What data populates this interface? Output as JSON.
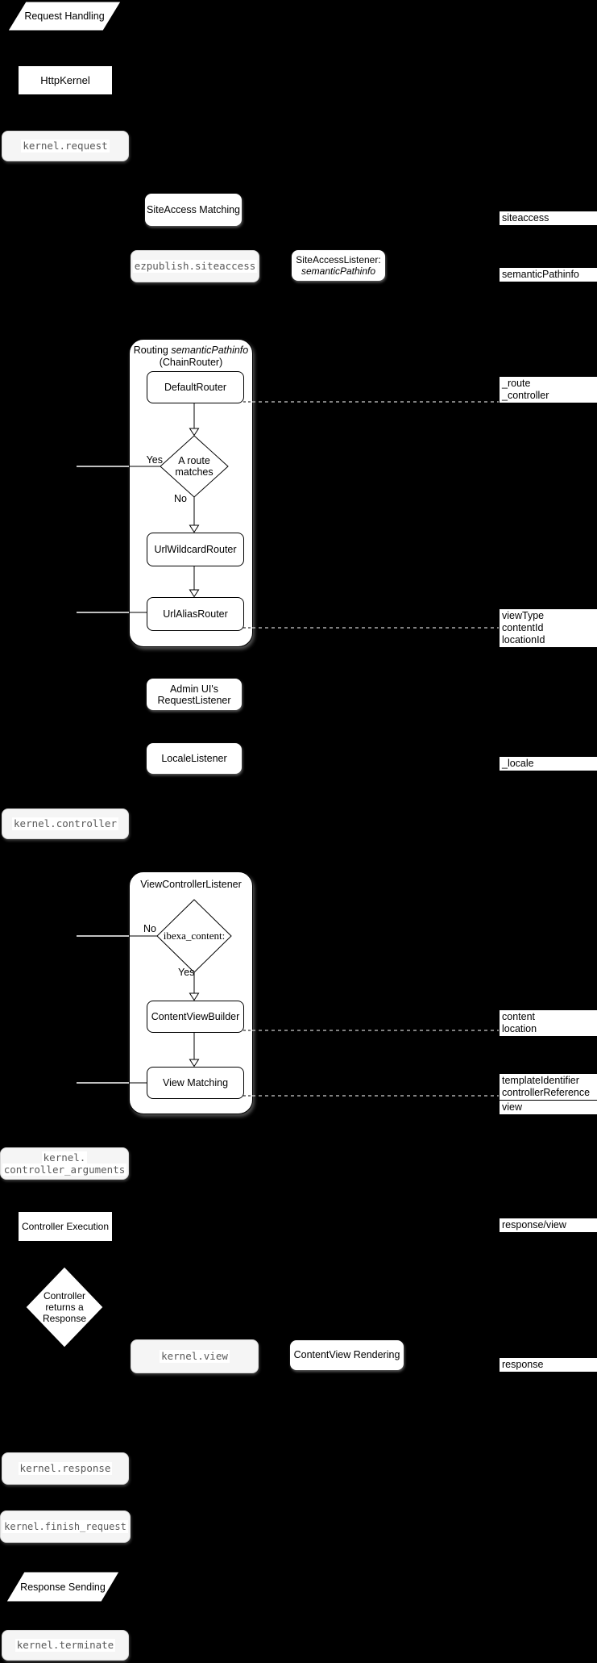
{
  "flow": {
    "request_handling": "Request Handling",
    "http_kernel": "HttpKernel",
    "kernel_request": "kernel.request",
    "siteaccess_matching": "SiteAccess Matching",
    "ezpublish_siteaccess": "ezpublish.siteaccess",
    "siteaccess_listener": {
      "line1": "SiteAccessListener:",
      "line2": "semanticPathinfo"
    },
    "routing": {
      "title": "Routing",
      "title_em": "semanticPathinfo",
      "subtitle": "(ChainRouter)",
      "default_router": "DefaultRouter",
      "decision": {
        "line1": "A route",
        "line2": "matches",
        "yes": "Yes",
        "no": "No"
      },
      "url_wildcard_router": "UrlWildcardRouter",
      "url_alias_router": "UrlAliasRouter"
    },
    "admin_ui": {
      "line1": "Admin UI's",
      "line2": "RequestListener"
    },
    "locale_listener": "LocaleListener",
    "kernel_controller": "kernel.controller",
    "view_controller": {
      "title": "ViewControllerListener",
      "decision": {
        "label": "ibexa_content:",
        "yes": "Yes",
        "no": "No"
      },
      "content_view_builder": "ContentViewBuilder",
      "view_matching": "View Matching"
    },
    "kernel_controller_arguments": {
      "line1": "kernel.",
      "line2": "controller_arguments"
    },
    "controller_execution": "Controller Execution",
    "controller_returns": {
      "line1": "Controller",
      "line2": "returns a",
      "line3": "Response"
    },
    "kernel_view": "kernel.view",
    "contentview_rendering": "ContentView Rendering",
    "kernel_response": "kernel.response",
    "kernel_finish_request": "kernel.finish_request",
    "response_sending": "Response Sending",
    "kernel_terminate": "kernel.terminate"
  },
  "side_labels": {
    "siteaccess": "siteaccess",
    "semantic_pathinfo": "semanticPathinfo",
    "route": "_route",
    "controller": "_controller",
    "view_type": "viewType",
    "content_id": "contentId",
    "location_id": "locationId",
    "locale": "_locale",
    "content": "content",
    "location": "location",
    "template_identifier": "templateIdentifier",
    "controller_reference": "controllerReference",
    "view": "view",
    "response_view": "response/view",
    "response": "response"
  },
  "colors": {
    "background": "#000000",
    "node_fill": "#ffffff",
    "event_fill": "#f5f5f5",
    "event_border": "#d9d9d9",
    "event_text": "#595959",
    "inner_line": "#000000",
    "outer_line": "#ffffff"
  }
}
